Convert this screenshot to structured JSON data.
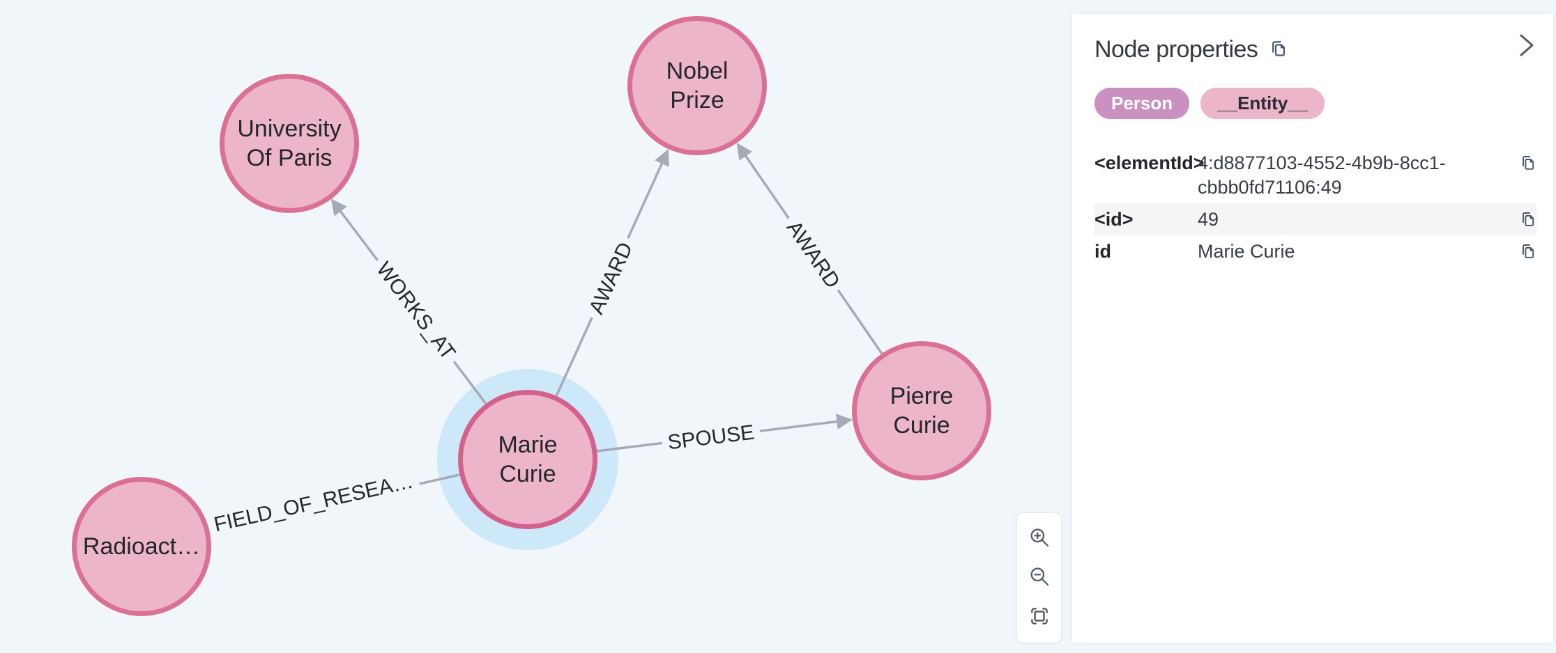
{
  "app": {
    "view": "graph-visualization"
  },
  "colors": {
    "canvas_bg": "#F1F6FA",
    "node_fill": "#ECB5C9",
    "node_border": "#DA7194",
    "selection_halo": "#CDE8F8",
    "relationship": "#A5ABB6",
    "person_chip": "#C990C0",
    "entity_chip": "#ECB5C9"
  },
  "graph": {
    "nodes": [
      {
        "name": "University Of Paris",
        "display": "University\nOf Paris",
        "selected": false
      },
      {
        "name": "Nobel Prize",
        "display": "Nobel\nPrize",
        "selected": false
      },
      {
        "name": "Pierre Curie",
        "display": "Pierre\nCurie",
        "selected": false
      },
      {
        "name": "Marie Curie",
        "display": "Marie\nCurie",
        "selected": true
      },
      {
        "name": "Radioactivity",
        "display": "Radioact…",
        "selected": false
      }
    ],
    "relationships": [
      {
        "type": "WORKS_AT",
        "display": "WORKS_AT",
        "from": "Marie Curie",
        "to": "University Of Paris"
      },
      {
        "type": "AWARD",
        "display": "AWARD",
        "from": "Marie Curie",
        "to": "Nobel Prize"
      },
      {
        "type": "AWARD",
        "display": "AWARD",
        "from": "Pierre Curie",
        "to": "Nobel Prize"
      },
      {
        "type": "SPOUSE",
        "display": "SPOUSE",
        "from": "Marie Curie",
        "to": "Pierre Curie"
      },
      {
        "type": "FIELD_OF_RESEARCH",
        "display": "FIELD_OF_RESEA…",
        "from": "Marie Curie",
        "to": "Radioactivity"
      }
    ]
  },
  "properties_panel": {
    "title": "Node properties",
    "node_labels": [
      {
        "text": "Person"
      },
      {
        "text": "__Entity__"
      }
    ],
    "rows": [
      {
        "key": "<elementId>",
        "value": "4:d8877103-4552-4b9b-8cc1-cbbb0fd71106:49",
        "value_lines": [
          "4:d8877103-4552-4b9b-8cc1-",
          "cbbb0fd71106:49"
        ]
      },
      {
        "key": "<id>",
        "value": "49"
      },
      {
        "key": "id",
        "value": "Marie Curie"
      }
    ]
  },
  "zoom_toolbar": {
    "buttons": [
      {
        "icon": "zoom-in-icon"
      },
      {
        "icon": "zoom-out-icon"
      },
      {
        "icon": "zoom-to-fit-icon"
      }
    ]
  },
  "icons": {
    "copy": "copy-icon",
    "collapse": "chevron-right-icon"
  }
}
